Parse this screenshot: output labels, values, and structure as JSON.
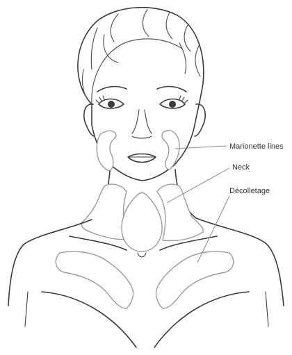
{
  "labels": {
    "marionette": "Marionette lines",
    "neck": "Neck",
    "decolletage": "Décolletage"
  },
  "colors": {
    "line": "#3a3a3a",
    "zone_outline": "#9a9a9a",
    "leader": "#8a8a8a",
    "text": "#333333"
  }
}
